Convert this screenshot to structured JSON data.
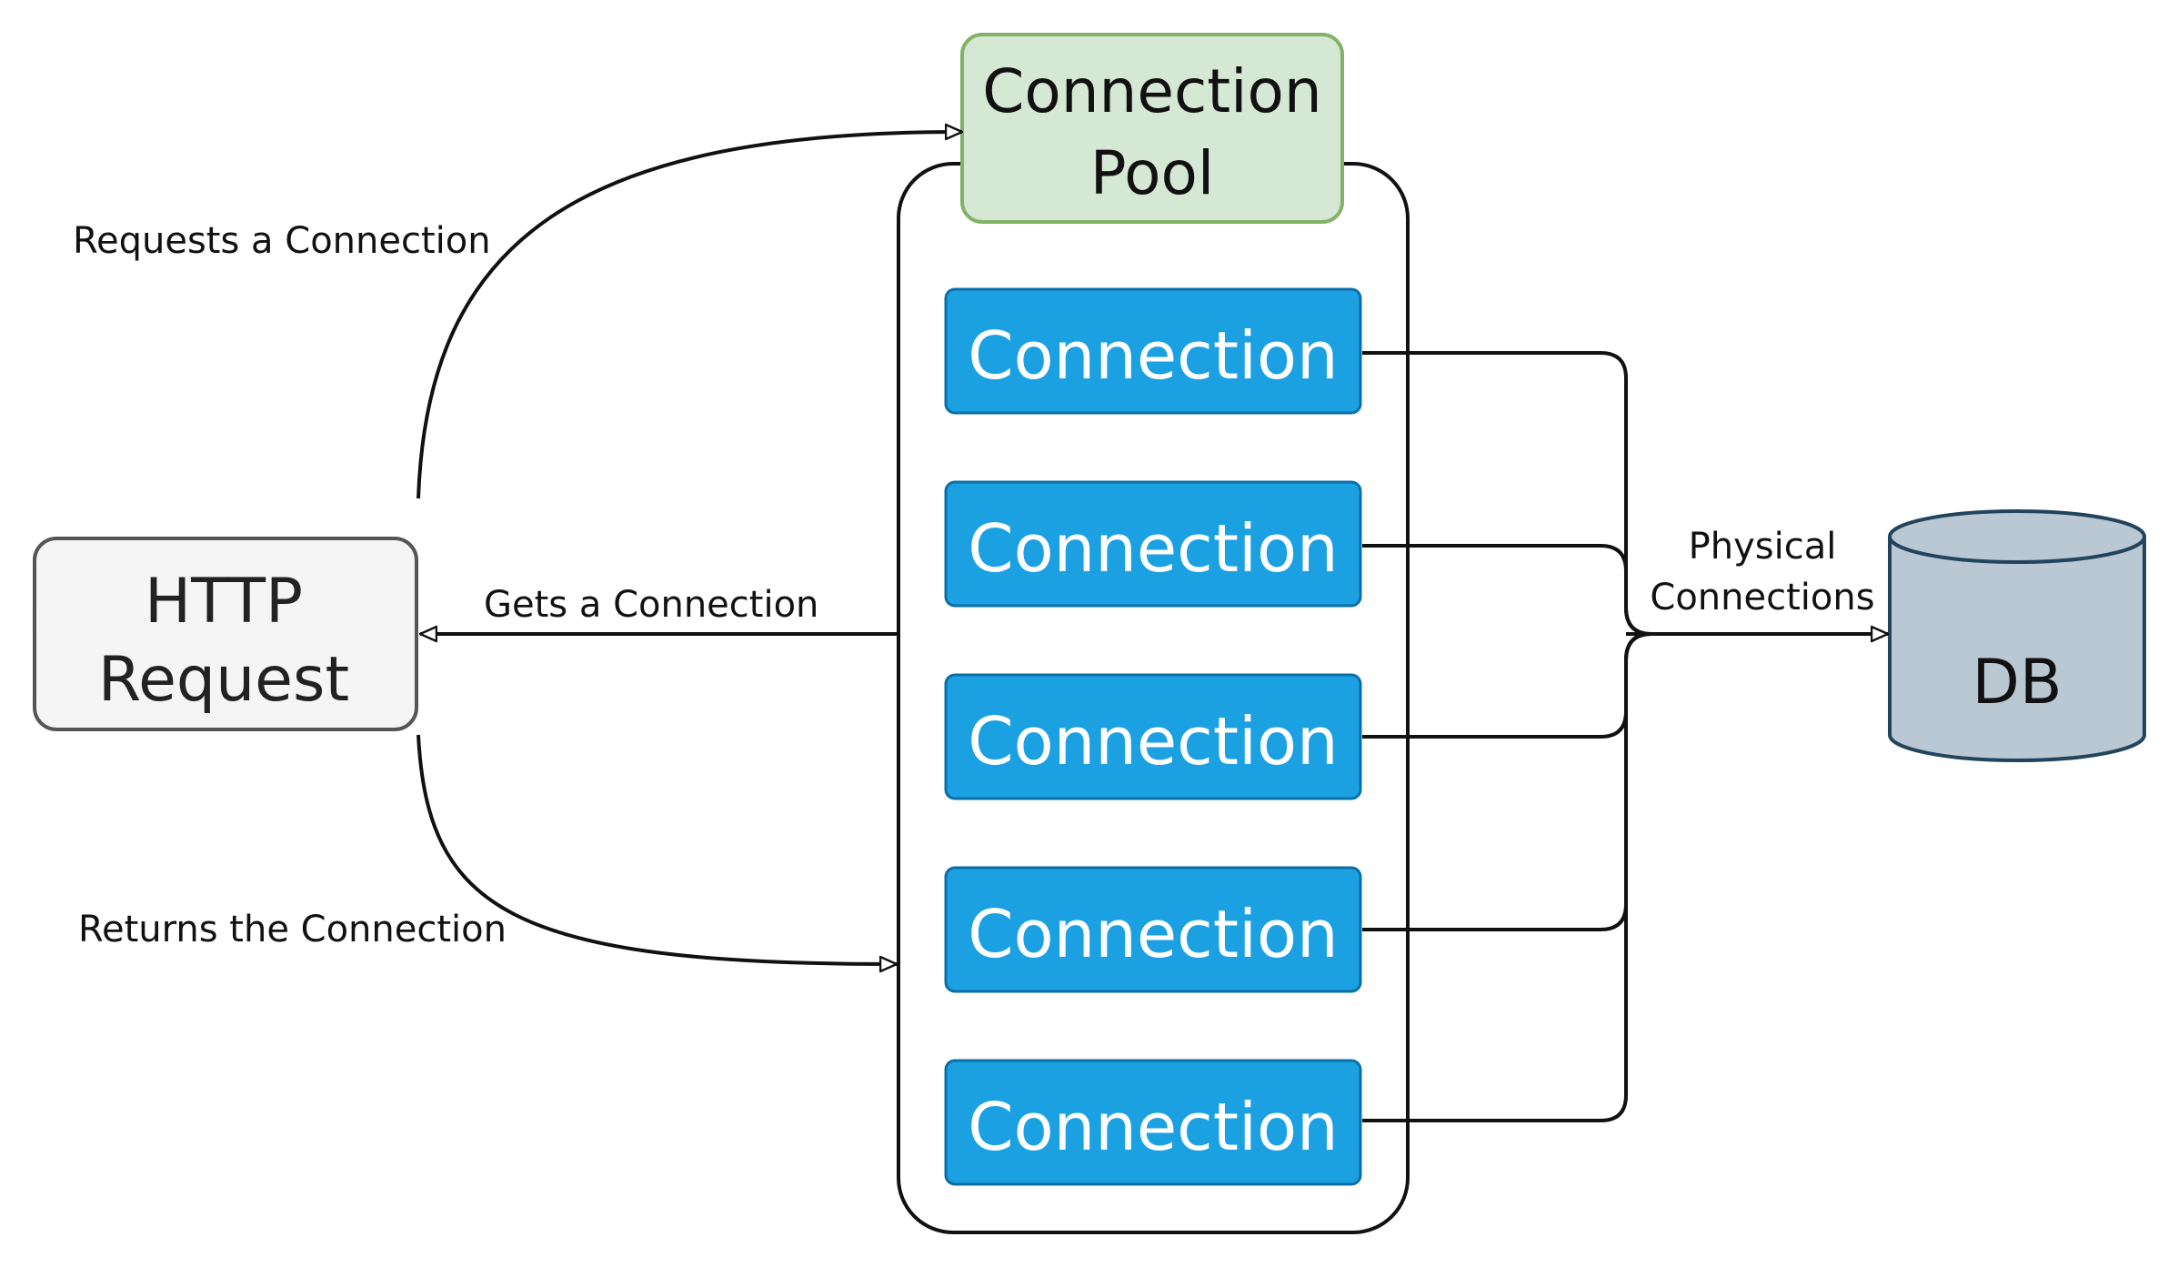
{
  "nodes": {
    "http_request": {
      "line1": "HTTP",
      "line2": "Request",
      "fill": "#f5f5f5",
      "stroke": "#555555"
    },
    "connection_pool": {
      "line1": "Connection",
      "line2": "Pool",
      "fill": "#d5e8d4",
      "stroke": "#82b366"
    },
    "db": {
      "label": "DB",
      "fill": "#bac8d3",
      "stroke": "#23445d"
    },
    "connections": [
      {
        "label": "Connection"
      },
      {
        "label": "Connection"
      },
      {
        "label": "Connection"
      },
      {
        "label": "Connection"
      },
      {
        "label": "Connection"
      }
    ],
    "connection_fill": "#1ba1e2"
  },
  "edges": {
    "requests": "Requests a Connection",
    "gets": "Gets a Connection",
    "returns": "Returns the Connection",
    "physical_line1": "Physical",
    "physical_line2": "Connections"
  }
}
